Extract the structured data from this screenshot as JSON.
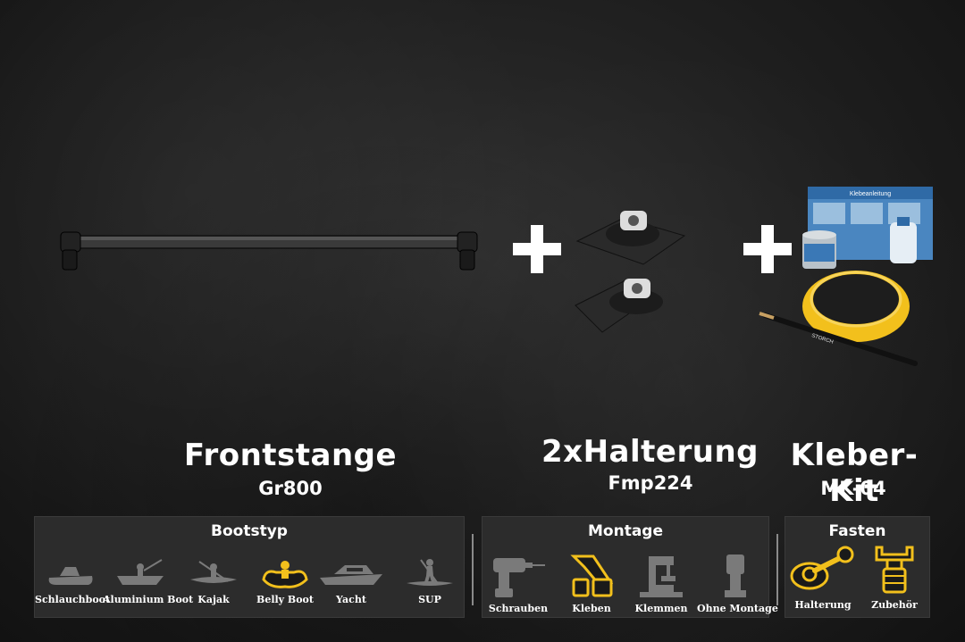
{
  "products": [
    {
      "title": "Frontstange",
      "subtitle": "Gr800"
    },
    {
      "title": "2xHalterung",
      "subtitle": "Fmp224"
    },
    {
      "title": "Kleber-Kit",
      "subtitle": "MK-04"
    }
  ],
  "product_images": {
    "kit_card_title": "Klebeanleitung",
    "brush_text": "STORCH"
  },
  "panels": [
    {
      "title": "Bootstyp",
      "options": [
        {
          "label": "Schlauchboot",
          "icon": "inflatable-boat-icon",
          "selected": false
        },
        {
          "label": "Aluminium Boot",
          "icon": "aluminium-boat-icon",
          "selected": false
        },
        {
          "label": "Kajak",
          "icon": "kayak-icon",
          "selected": false
        },
        {
          "label": "Belly Boot",
          "icon": "belly-boat-icon",
          "selected": true
        },
        {
          "label": "Yacht",
          "icon": "yacht-icon",
          "selected": false
        },
        {
          "label": "SUP",
          "icon": "sup-icon",
          "selected": false
        }
      ]
    },
    {
      "title": "Montage",
      "options": [
        {
          "label": "Schrauben",
          "icon": "drill-icon",
          "selected": false
        },
        {
          "label": "Kleben",
          "icon": "glue-icon",
          "selected": true
        },
        {
          "label": "Klemmen",
          "icon": "clamp-icon",
          "selected": false
        },
        {
          "label": "Ohne Montage",
          "icon": "no-mount-icon",
          "selected": false
        }
      ]
    },
    {
      "title": "Fasten",
      "options": [
        {
          "label": "Halterung",
          "icon": "mount-icon",
          "selected": true
        },
        {
          "label": "Zubehör",
          "icon": "accessory-icon",
          "selected": true
        }
      ]
    }
  ],
  "colors": {
    "accent": "#f2c01c",
    "inactive_icon": "#7a7a7a",
    "panel": "#2c2c2c",
    "text": "#ffffff"
  }
}
